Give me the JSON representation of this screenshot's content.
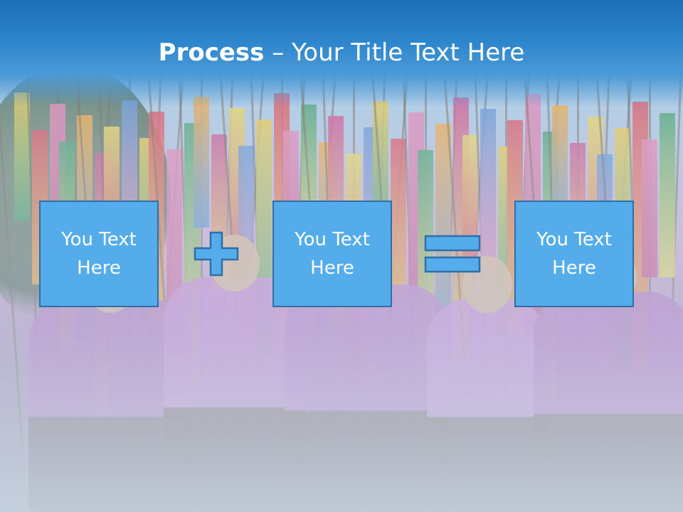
{
  "title": {
    "bold": "Process",
    "dash": "–",
    "rest": "Your Title Text Here"
  },
  "boxes": [
    {
      "text": "You Text\nHere"
    },
    {
      "text": "You Text\nHere"
    },
    {
      "text": "You Text\nHere"
    }
  ],
  "operators": [
    "plus-icon",
    "equals-icon"
  ],
  "colors": {
    "title_bar": "#2e86cd",
    "box_fill": "#55acea",
    "box_border": "#2f6fa6",
    "operator_fill": "#55acea"
  }
}
